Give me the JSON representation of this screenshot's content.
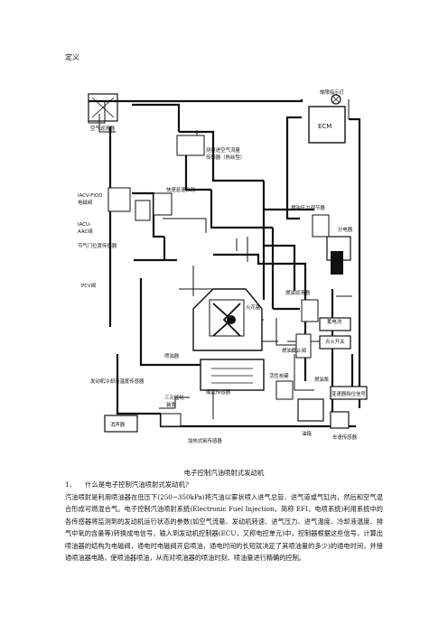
{
  "page_label": "定义",
  "diagram": {
    "labels": {
      "air_filter": "空气滤清器",
      "fault_lamp": "故障指示灯",
      "ecm": "ECM",
      "maf_sensor_line1": "测量进空气流量",
      "maf_sensor_line2": "传感器（热丝型）",
      "iacv_fiod_line1": "IACV-FIOD",
      "iacv_fiod_line2": "电磁阀",
      "iacu_aac_line1": "IACU-",
      "iacu_aac_line2": "AAC阀",
      "fast_idle_cam": "快速怠速凸轮",
      "tps": "节气门位置传感器",
      "fuel_pressure_regulator": "燃油压力调节器",
      "distributor": "分电器",
      "pcv_valve": "PCV阀",
      "fuel_filter": "燃油滤清器",
      "spark_plug": "火花塞",
      "injector": "喷油器",
      "fuel_cut_valve": "燃油截止阀",
      "battery": "蓄电池",
      "ignition_switch": "点火开关",
      "coolant_temp_sensor": "发动机冷却液温度传感器",
      "knock_sensor": "爆震传感器",
      "canister": "活性炭罐",
      "fuel_pump": "燃油泵",
      "three_way_catalyst_line1": "三元催化",
      "three_way_catalyst_line2": "装置",
      "muffler": "消声器",
      "heated_o2_sensor": "加热式氧传感器",
      "tank": "油箱",
      "transmission_signal": "变速器挡位信号",
      "vehicle_speed_sensor": "车速传感器"
    }
  },
  "caption": "电子控制汽油喷射式发动机",
  "question": {
    "number": "1、",
    "text": "什么是电子控制汽油喷射式发动机?"
  },
  "paragraph": "汽油喷射是利用喷油器在低压下(250~350kPa)将汽油以雾状喷入进气总管、进气道或气缸内，然后和空气混合形成可燃混合气。电子控制汽油喷射系统(Electronic Fuel Injection，简称 EFI，电喷系统)利用系统中的各传感器将监测到的发动机运行状态的参数(如空气流量、发动机转速、进气压力、进气温度、冷却液温度、排气中氧的含量等)转换成电信号，输入到发动机控制器(ECU，又称电控单元)中，控制器根据这些信号，计算出喷油器的结构为电磁阀，通电时电磁阀开启喷油，通电时间的长短就决定了其喷油量的多少)的通电时间，并接通喷油器电路，使喷油器喷油，从而对喷油器的喷油时刻、喷油量进行精确的控制。"
}
